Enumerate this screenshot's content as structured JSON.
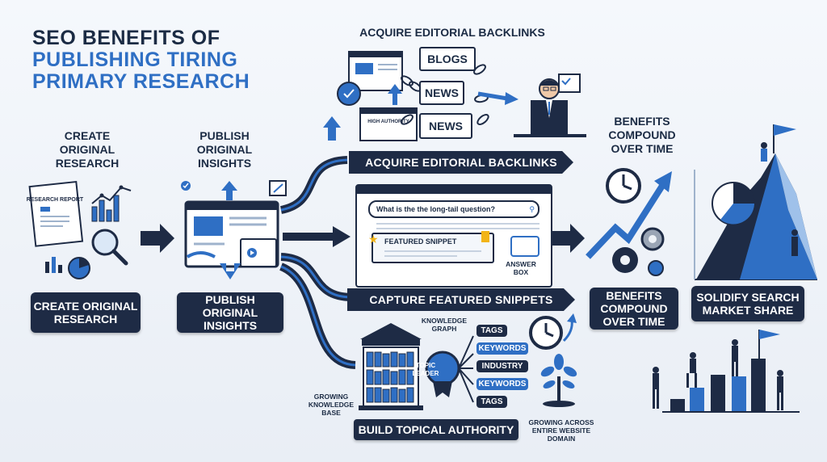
{
  "title": {
    "line1": "SEO BENEFITS OF",
    "line2": "PUBLISHING TIRING",
    "line3": "PRIMARY RESEARCH"
  },
  "steps": {
    "create": {
      "caption": "CREATE ORIGINAL RESEARCH",
      "box": "CREATE ORIGINAL RESEARCH",
      "report_label": "RESEARCH REPORT"
    },
    "publish": {
      "caption": "PUBLISH ORIGINAL INSIGHTS",
      "box": "PUBLISH ORIGINAL INSIGHTS"
    },
    "compound": {
      "caption": "BENEFITS COMPOUND OVER TIME",
      "box": "BENEFITS COMPOUND OVER TIME"
    },
    "market": {
      "box": "SOLIDIFY SEARCH MARKET SHARE"
    }
  },
  "backlinks": {
    "header": "ACQUIRE EDITORIAL BACKLINKS",
    "band": "ACQUIRE EDITORIAL BACKLINKS",
    "cards": [
      "BLOGS",
      "NEWS",
      "NEWS"
    ],
    "domain_label": "HIGH AUTHORITY"
  },
  "snippets": {
    "search_query": "What is the the long-tail question?",
    "featured_label": "FEATURED SNIPPET",
    "answer_box": "ANSWER BOX",
    "band": "CAPTURE FEATURED SNIPPETS"
  },
  "authority": {
    "knowledge_graph": "KNOWLEDGE GRAPH",
    "topic_leader": "TOPIC LEADER",
    "tags": [
      "TAGS",
      "KEYWORDS",
      "INDUSTRY",
      "KEYWORDS",
      "TAGS"
    ],
    "growing_base": "GROWING KNOWLEDGE BASE",
    "growing_domain": "GROWING ACROSS ENTIRE WEBSITE DOMAIN",
    "box": "BUILD TOPICAL AUTHORITY"
  },
  "colors": {
    "navy": "#1e2b45",
    "blue": "#2f6fc4",
    "light_blue": "#9fc1ea"
  }
}
